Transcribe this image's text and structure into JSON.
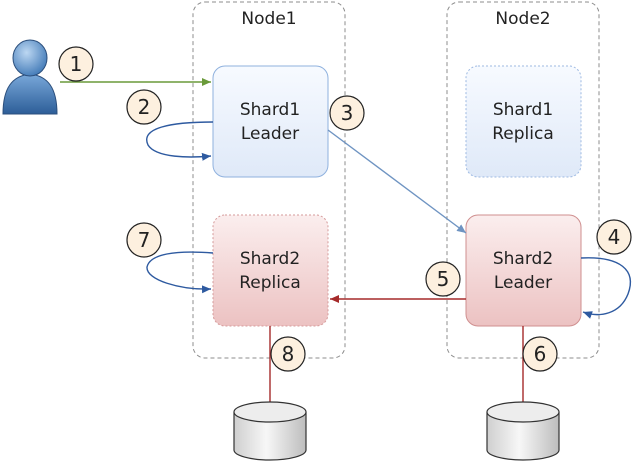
{
  "nodes": [
    {
      "id": "node1",
      "label": "Node1"
    },
    {
      "id": "node2",
      "label": "Node2"
    }
  ],
  "shards": {
    "shard1_leader": {
      "line1": "Shard1",
      "line2": "Leader"
    },
    "shard1_replica": {
      "line1": "Shard1",
      "line2": "Replica"
    },
    "shard2_replica": {
      "line1": "Shard2",
      "line2": "Replica"
    },
    "shard2_leader": {
      "line1": "Shard2",
      "line2": "Leader"
    }
  },
  "steps": [
    "1",
    "2",
    "3",
    "4",
    "5",
    "6",
    "7",
    "8"
  ],
  "icons": {
    "user": "user-icon",
    "disk": "disk-icon"
  },
  "colors": {
    "green_arrow": "#6a9a3a",
    "blue_arrow": "#2e5aa0",
    "light_blue_arrow": "#6f94c2",
    "red_arrow": "#a52a2a",
    "step_fill": "#fdf0df",
    "shard1_fill": "#e8f0fb",
    "shard2_fill": "#f3d0d0"
  }
}
